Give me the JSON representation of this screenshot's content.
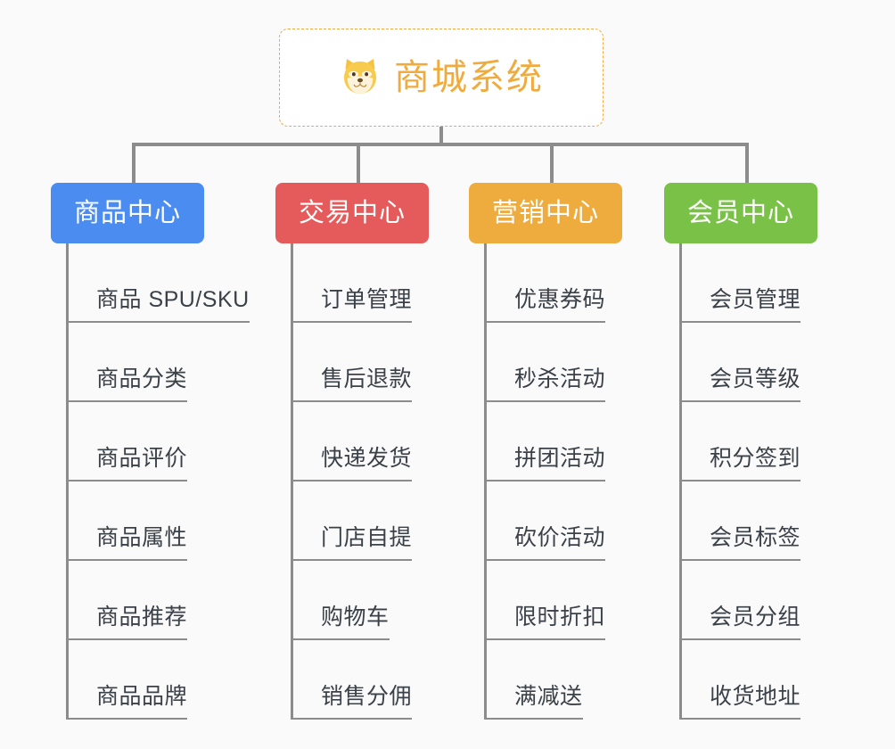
{
  "root": {
    "title": "商城系统",
    "icon": "shiba-dog-face-icon",
    "border_color": "#efa93c",
    "text_color": "#f0ab3e"
  },
  "columns": [
    {
      "label": "商品中心",
      "color": "#4a8cf0",
      "color_class": "blue",
      "items": [
        "商品 SPU/SKU",
        "商品分类",
        "商品评价",
        "商品属性",
        "商品推荐",
        "商品品牌"
      ]
    },
    {
      "label": "交易中心",
      "color": "#e55a5a",
      "color_class": "red",
      "items": [
        "订单管理",
        "售后退款",
        "快递发货",
        "门店自提",
        "购物车",
        "销售分佣"
      ]
    },
    {
      "label": "营销中心",
      "color": "#eeab3e",
      "color_class": "orange",
      "items": [
        "优惠券码",
        "秒杀活动",
        "拼团活动",
        "砍价活动",
        "限时折扣",
        "满减送"
      ]
    },
    {
      "label": "会员中心",
      "color": "#79c147",
      "color_class": "green",
      "items": [
        "会员管理",
        "会员等级",
        "积分签到",
        "会员标签",
        "会员分组",
        "收货地址"
      ]
    }
  ],
  "connector_color": "#8c8c8c",
  "background_color": "#fafafa"
}
